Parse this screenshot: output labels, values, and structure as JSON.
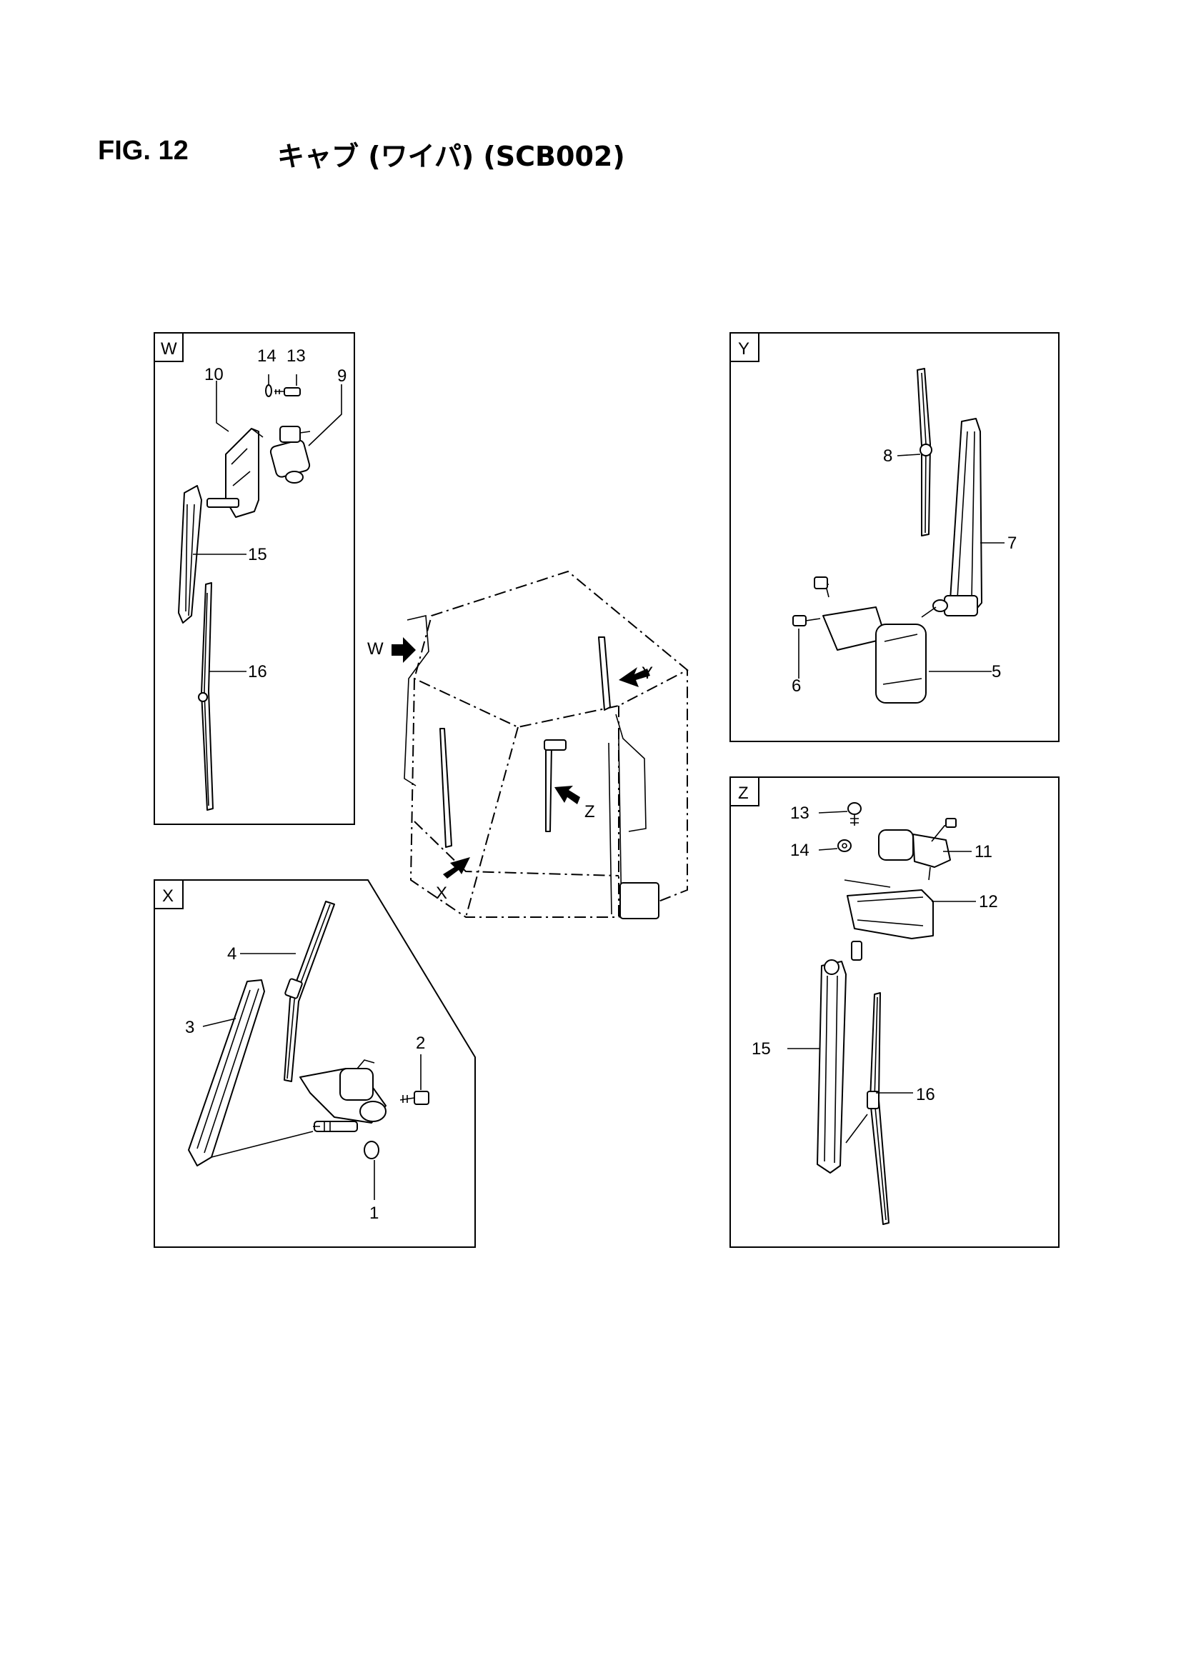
{
  "header": {
    "figure_number": "FIG. 12",
    "figure_title": "キャブ (ワイパ) (SCB002)"
  },
  "views": {
    "W": {
      "label": "W",
      "callouts": [
        "14",
        "13",
        "10",
        "9",
        "15",
        "16"
      ]
    },
    "X": {
      "label": "X",
      "callouts": [
        "4",
        "3",
        "2",
        "1"
      ]
    },
    "Y": {
      "label": "Y",
      "callouts": [
        "8",
        "7",
        "6",
        "5"
      ]
    },
    "Z": {
      "label": "Z",
      "callouts": [
        "13",
        "14",
        "11",
        "12",
        "15",
        "16"
      ]
    }
  },
  "cab_arrows": [
    "W",
    "Y",
    "Z",
    "X"
  ]
}
